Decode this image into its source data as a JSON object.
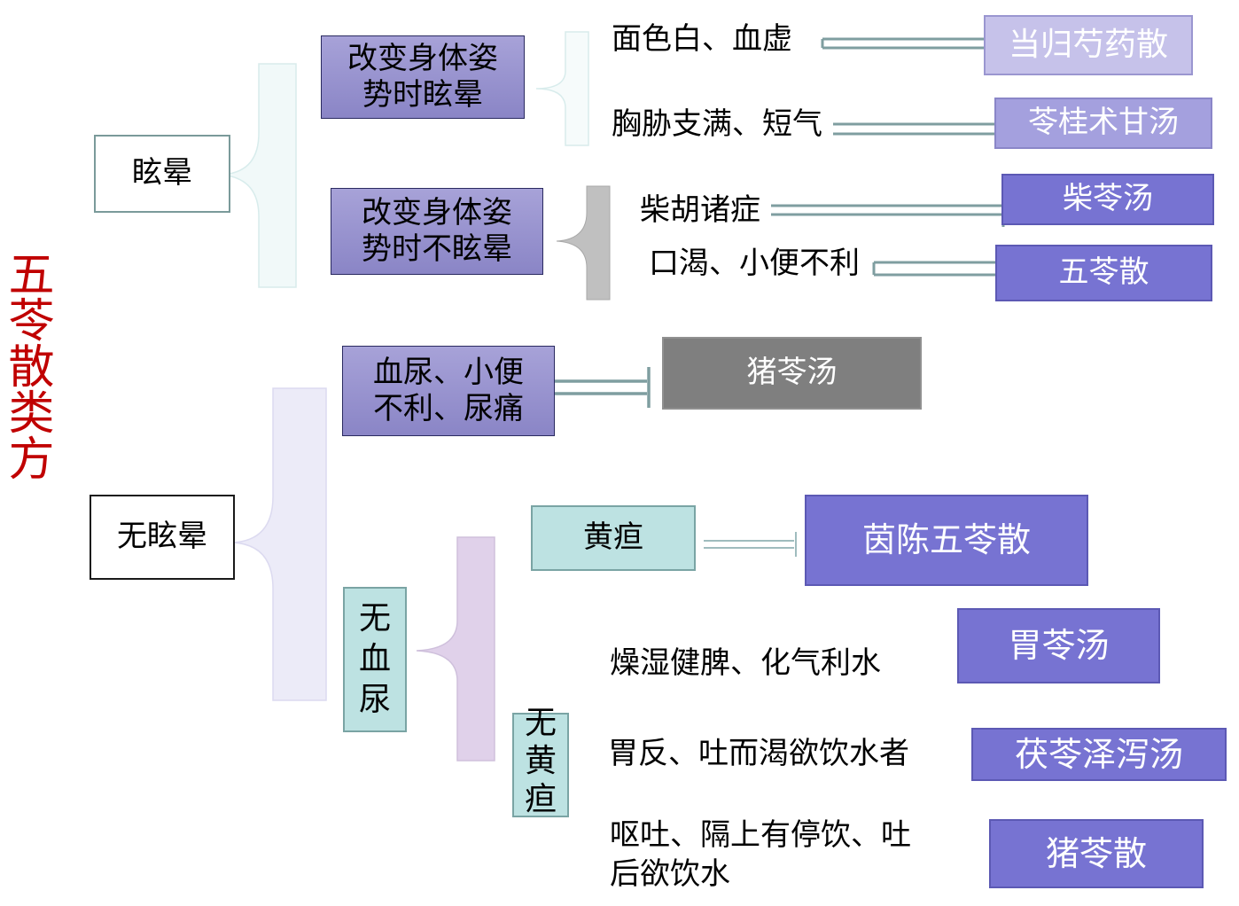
{
  "title": "五苓散类方",
  "nodes": {
    "dizzy": "眩晕",
    "no_dizzy": "无眩晕",
    "posture_dizzy": "改变身体姿势时眩晕",
    "posture_no_dizzy": "改变身体姿势时不眩晕",
    "hematuria": "血尿、小便不利、尿痛",
    "no_hematuria": "无血尿",
    "jaundice": "黄疸",
    "no_jaundice": "无黄疸"
  },
  "symptoms": {
    "pale": "面色白、血虚",
    "chest": "胸胁支满、短气",
    "chaihu": "柴胡诸症",
    "thirst": "口渴、小便不利",
    "dryness": "燥湿健脾、化气利水",
    "stomach": "胃反、吐而渴欲饮水者",
    "vomit": "呕吐、隔上有停饮、吐后欲饮水"
  },
  "remedies": {
    "danggui": "当归芍药散",
    "linggui": "苓桂术甘汤",
    "chailing": "柴苓汤",
    "wuling": "五苓散",
    "zhuling_tang": "猪苓汤",
    "yinchen": "茵陈五苓散",
    "weiling": "胃苓汤",
    "fuling": "茯苓泽泻汤",
    "zhuling_san": "猪苓散"
  },
  "colors": {
    "title": "#c00000",
    "remedy_dark": "#7773d2",
    "remedy_mid": "#a4a0de",
    "remedy_light": "#c6c2ea",
    "remedy_gray": "#7f7f7f",
    "teal_box": "#bde2e2",
    "subgroup_purple": "#a7a2d8"
  }
}
